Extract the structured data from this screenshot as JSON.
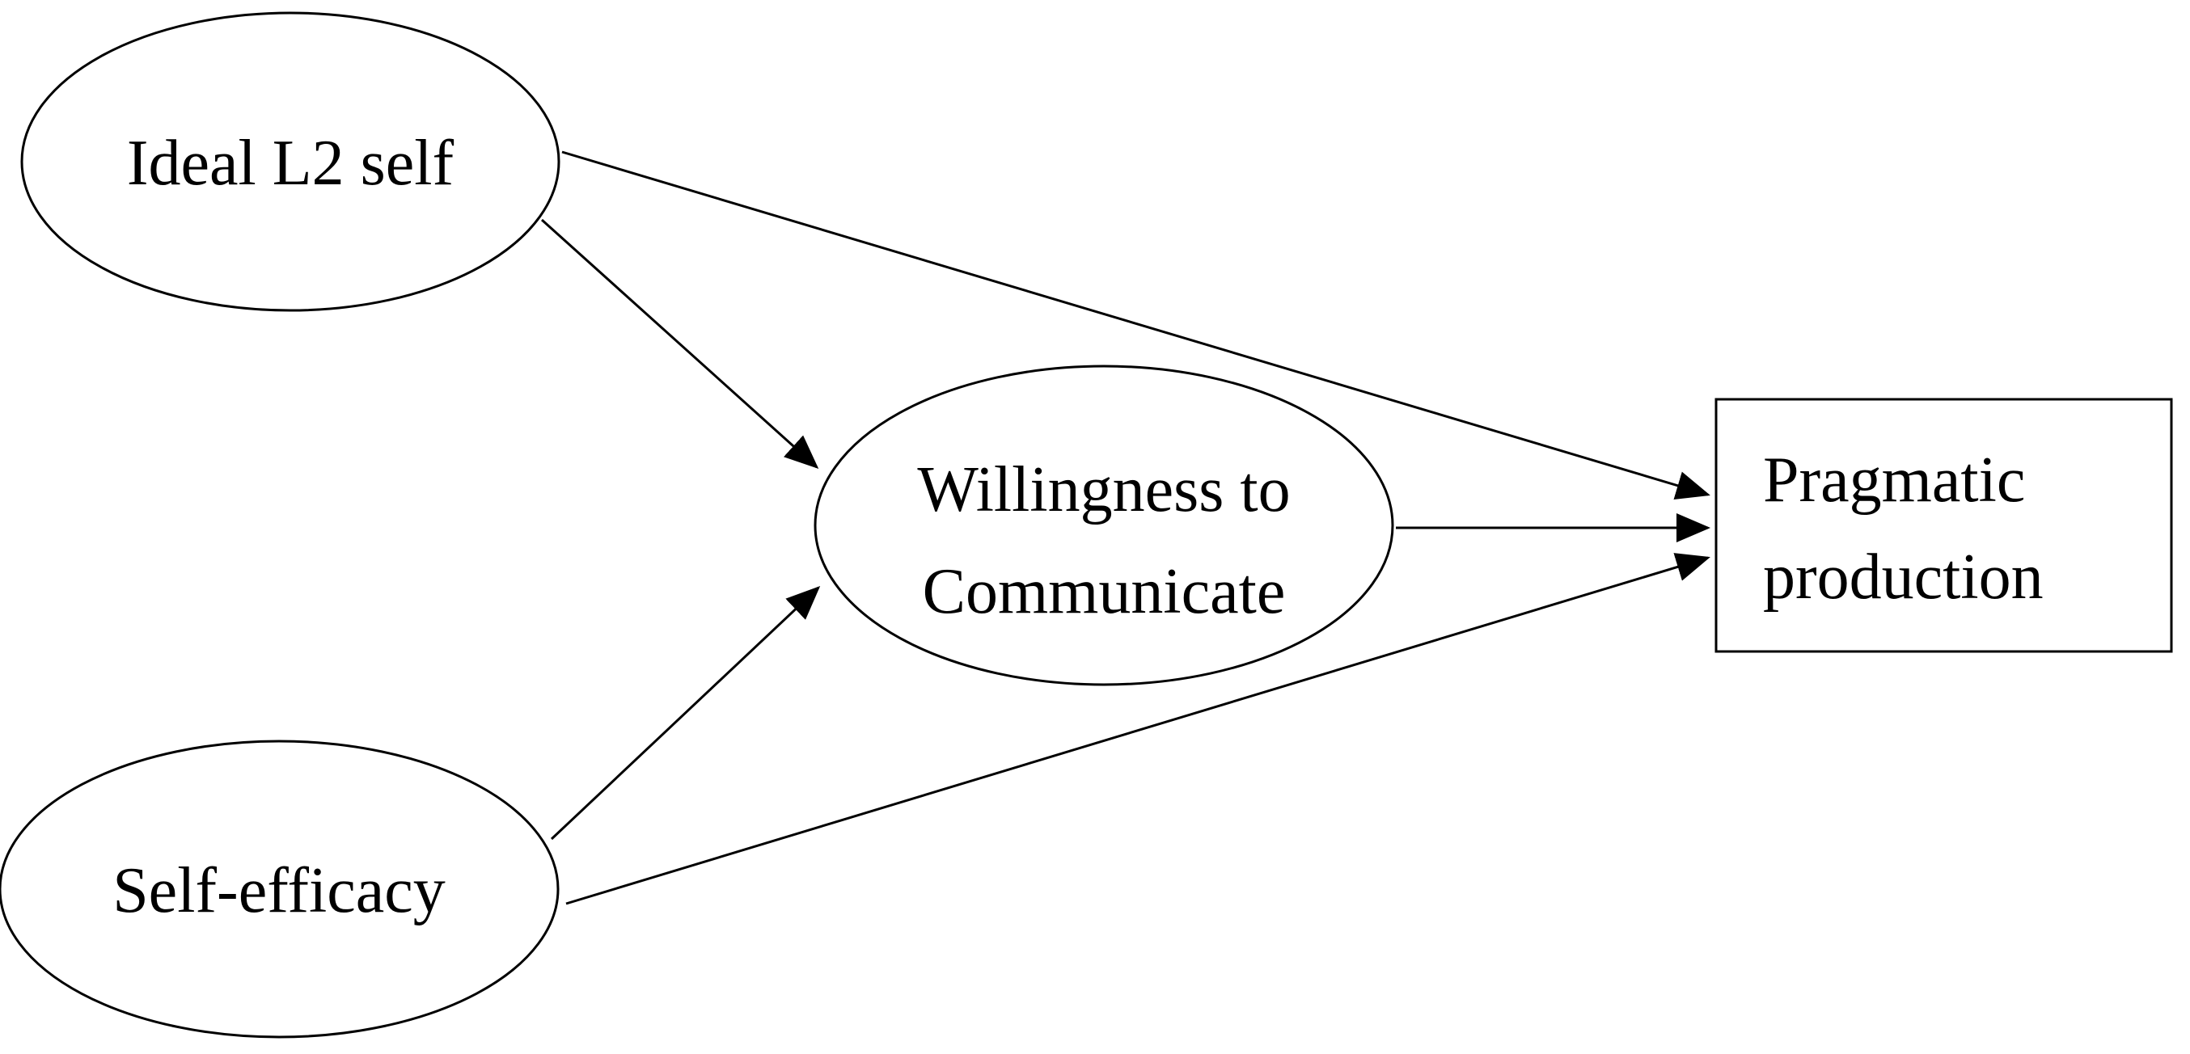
{
  "diagram": {
    "nodes": {
      "ideal_l2_self": {
        "label": "Ideal L2 self",
        "shape": "ellipse"
      },
      "self_efficacy": {
        "label": "Self-efficacy",
        "shape": "ellipse"
      },
      "wtc": {
        "line1": "Willingness to",
        "line2": "Communicate",
        "shape": "ellipse"
      },
      "pragmatic_production": {
        "line1": "Pragmatic",
        "line2": "production",
        "shape": "rectangle"
      }
    },
    "edges": [
      {
        "from": "Ideal L2 self",
        "to": "Willingness to Communicate"
      },
      {
        "from": "Ideal L2 self",
        "to": "Pragmatic production"
      },
      {
        "from": "Self-efficacy",
        "to": "Willingness to Communicate"
      },
      {
        "from": "Self-efficacy",
        "to": "Pragmatic production"
      },
      {
        "from": "Willingness to Communicate",
        "to": "Pragmatic production"
      }
    ],
    "colors": {
      "stroke": "#000000",
      "fill": "#ffffff",
      "background": "#ffffff"
    }
  }
}
